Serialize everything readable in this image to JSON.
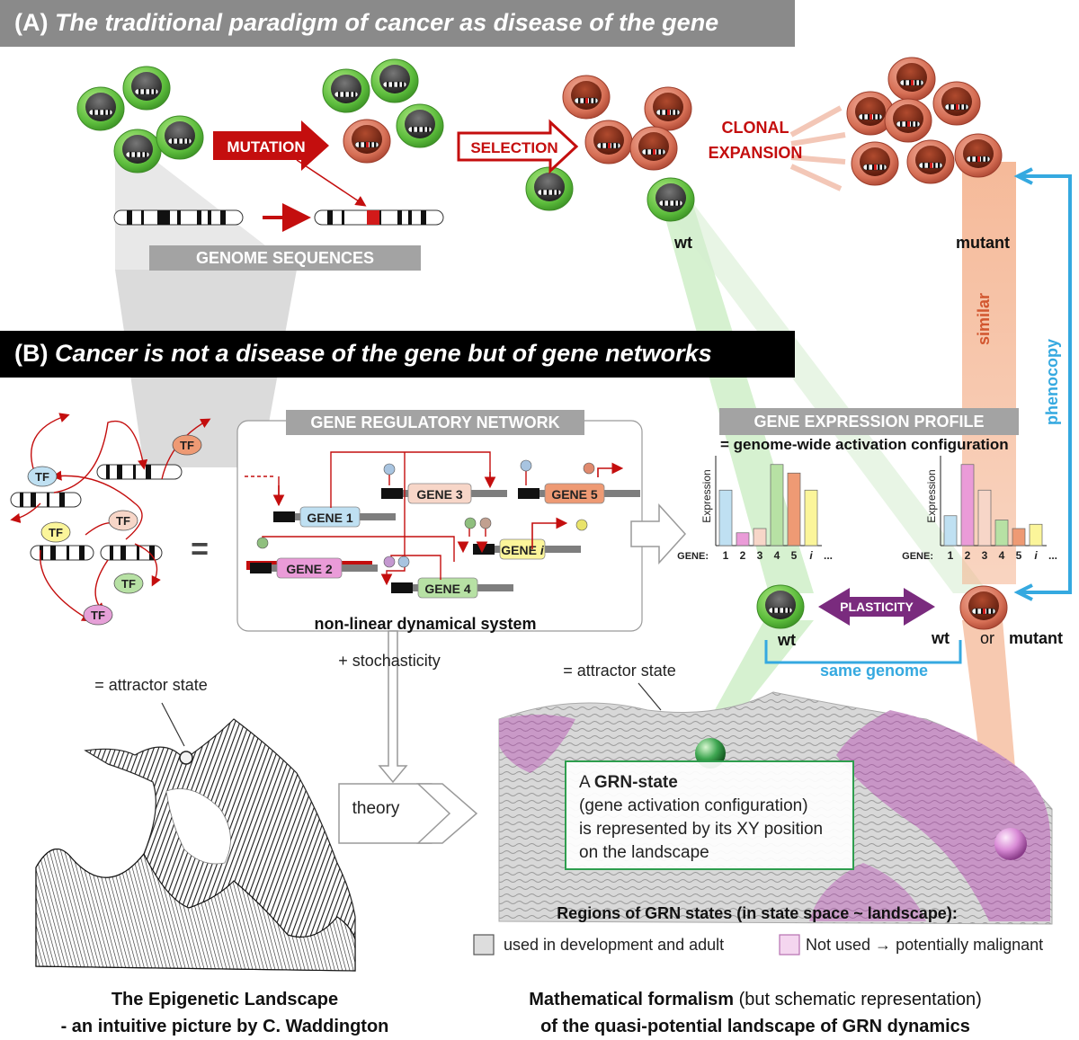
{
  "panel_a": {
    "title_prefix": "(A)",
    "title": "The traditional paradigm of cancer as disease of the gene",
    "mutation_label": "MUTATION",
    "selection_label": "SELECTION",
    "clonal_expansion": [
      "CLONAL",
      "EXPANSION"
    ],
    "genome_sequences": "GENOME SEQUENCES",
    "wt_label": "wt",
    "mutant_label": "mutant",
    "similar_label": "similar",
    "phenocopy_label": "phenocopy"
  },
  "panel_b": {
    "title_prefix": "(B)",
    "title": "Cancer is not a disease of the gene but of gene networks",
    "tf_label": "TF",
    "equals": "=",
    "grn_title": "GENE REGULATORY NETWORK",
    "genes": [
      "GENE 1",
      "GENE 2",
      "GENE 3",
      "GENE 4",
      "GENE 5"
    ],
    "gene_i_prefix": "GENE ",
    "gene_i_suffix": "i",
    "nonlinear": "non-linear dynamical system",
    "stochasticity": "+ stochasticity",
    "theory": "theory",
    "gep_title": "GENE EXPRESSION PROFILE",
    "gep_subtitle": "= genome-wide activation configuration",
    "expression_axis": "Expression",
    "gene_axis": "GENE:",
    "gene_ticks": [
      "1",
      "2",
      "3",
      "4",
      "5",
      "i",
      "..."
    ],
    "plasticity": "PLASTICITY",
    "wt_left": "wt",
    "wt_right": "wt",
    "or_label": "or",
    "mutant_label": "mutant",
    "same_genome": "same genome",
    "attractor_left": "= attractor state",
    "attractor_right": "= attractor state",
    "grn_state_prefix": "A ",
    "grn_state_bold": "GRN-state",
    "grn_state_lines": [
      "(gene activation configuration)",
      "is represented by its XY position",
      "on the landscape"
    ],
    "regions_title": "Regions of GRN states (in state space ~ landscape):",
    "legend_used": "used in development and adult",
    "legend_not_used_prefix": "Not used",
    "legend_not_used_suffix": "potentially malignant",
    "caption_left": [
      "The Epigenetic Landscape",
      "- an intuitive picture by C. Waddington"
    ],
    "caption_right_bold": "Mathematical formalism",
    "caption_right_rest": " (but schematic representation)",
    "caption_right_line2": "of the quasi-potential landscape of GRN dynamics"
  },
  "chart_data": [
    {
      "type": "bar",
      "categories": [
        "1",
        "2",
        "3",
        "4",
        "5",
        "i"
      ],
      "values": [
        6.5,
        1.5,
        2,
        9.5,
        8.5,
        6.5
      ],
      "ylabel": "Expression",
      "xlabel": "GENE:"
    },
    {
      "type": "bar",
      "categories": [
        "1",
        "2",
        "3",
        "4",
        "5",
        "i"
      ],
      "values": [
        3.5,
        9.5,
        6.5,
        3,
        2,
        2.5
      ],
      "ylabel": "Expression",
      "xlabel": "GENE:"
    }
  ],
  "colors": {
    "wt_cell": "#6cc04a",
    "mutant_cell": "#c9593f",
    "arrow_red": "#c40e0e",
    "phenocopy_blue": "#35a9e0",
    "plasticity_purple": "#7a2b7e",
    "gene1": "#bfe0f2",
    "gene2": "#ea9bd8",
    "gene3": "#f7d6c8",
    "gene4": "#b7e1a4",
    "gene5": "#ee9a74",
    "genei": "#fbf59a",
    "malignant_region": "#d9a0d0",
    "used_region": "#dddddd"
  }
}
